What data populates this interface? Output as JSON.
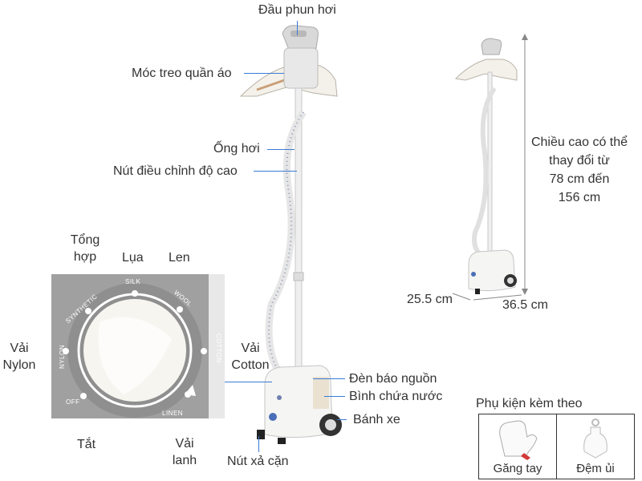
{
  "labels": {
    "steam_head": "Đầu phun hơi",
    "hanger": "Móc treo quần áo",
    "steam_hose": "Ống hơi",
    "height_knob": "Nút điều chỉnh độ cao",
    "power_light": "Đèn báo nguồn",
    "water_tank": "Bình chứa nước",
    "wheels": "Bánh xe",
    "drain_button": "Nút xả cặn"
  },
  "dial": {
    "synthetic": "Tổng hợp",
    "silk": "Lụa",
    "wool": "Len",
    "nylon": "Vải Nylon",
    "cotton": "Vải Cotton",
    "off": "Tắt",
    "linen": "Vải lanh",
    "ring": {
      "synthetic": "SYNTHETIC",
      "silk": "SILK",
      "wool": "WOOL",
      "nylon": "NYLON",
      "cotton": "COTTON",
      "off": "OFF",
      "linen": "LINEN"
    }
  },
  "dimensions": {
    "height_line1": "Chiều cao có thể",
    "height_line2": "thay đổi từ",
    "height_line3": "78 cm đến",
    "height_line4": "156 cm",
    "depth": "25.5 cm",
    "width": "36.5 cm"
  },
  "accessories": {
    "title": "Phụ kiện kèm theo",
    "glove": "Găng tay",
    "pad": "Đệm ủi"
  },
  "colors": {
    "leader_line": "#3a7bd5",
    "steamer_body": "#f2f2f0",
    "dial_panel": "#9a9a9a",
    "glove_accent": "#d23a3a"
  }
}
